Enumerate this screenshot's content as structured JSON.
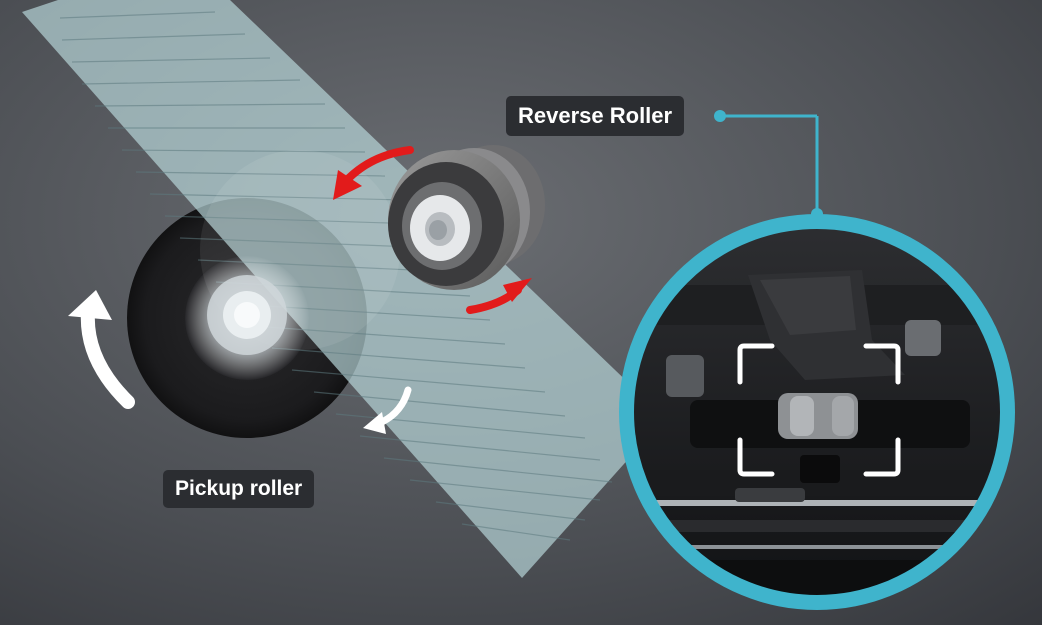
{
  "labels": {
    "reverse_roller": "Reverse Roller",
    "pickup_roller": "Pickup roller"
  },
  "colors": {
    "background": "#4a4d52",
    "callout_line": "#3fb4cc",
    "arrow_red": "#e21b1b",
    "arrow_white": "#ffffff",
    "label_bg": "#2b2d31",
    "paper": "#b9d9dc"
  },
  "icons": {
    "rotation_arrows": [
      "curved-arrow-red",
      "curved-arrow-red",
      "curved-arrow-white",
      "curved-arrow-white"
    ],
    "focus_brackets": "focus-bracket-icon"
  }
}
